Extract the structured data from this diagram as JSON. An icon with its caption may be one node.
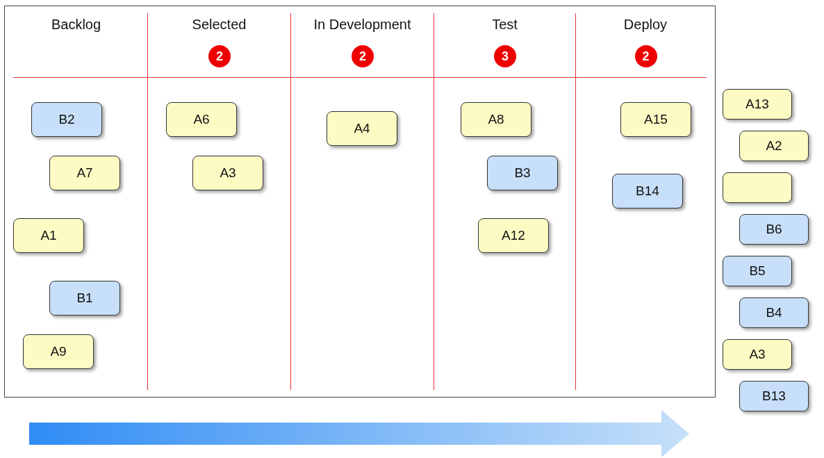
{
  "diagram": {
    "nodes": [
      {
        "text": [
          "Backlog"
        ]
      },
      {
        "text": [
          "Selected"
        ]
      },
      {
        "text": [
          "2"
        ],
        "in": 1
      },
      {
        "text": [
          "In Development"
        ]
      },
      {
        "text": [
          "2"
        ],
        "in": 3
      },
      {
        "text": [
          "Test"
        ]
      },
      {
        "text": [
          "3"
        ],
        "in": 5
      },
      {
        "text": [
          "Deploy"
        ]
      },
      {
        "text": [
          "2"
        ],
        "in": 7
      },
      {
        "text": [
          "B2"
        ],
        "in": 0
      },
      {
        "text": [
          "A7"
        ],
        "in": 0
      },
      {
        "text": [
          "A1"
        ],
        "in": 0
      },
      {
        "text": [
          "B1"
        ],
        "in": 0
      },
      {
        "text": [
          "A9"
        ],
        "in": 0
      },
      {
        "text": [
          "A6"
        ],
        "in": 1
      },
      {
        "text": [
          "A3"
        ],
        "in": 1
      },
      {
        "text": [
          "A4"
        ],
        "in": 3
      },
      {
        "text": [
          "A8"
        ],
        "in": 5
      },
      {
        "text": [
          "B3"
        ],
        "in": 5
      },
      {
        "text": [
          "A12"
        ],
        "in": 5
      },
      {
        "text": [
          "A15"
        ],
        "in": 7
      },
      {
        "text": [
          "B14"
        ],
        "in": 7
      },
      {
        "text": [
          "A13"
        ]
      },
      {
        "text": [
          "A2"
        ]
      },
      {
        "text": [],
        "shape": "box"
      },
      {
        "text": [
          "B6"
        ]
      },
      {
        "text": [
          "B5"
        ]
      },
      {
        "text": [
          "B4"
        ]
      },
      {
        "text": [
          "A3"
        ]
      },
      {
        "text": [
          "B13"
        ]
      }
    ],
    "edges": []
  }
}
